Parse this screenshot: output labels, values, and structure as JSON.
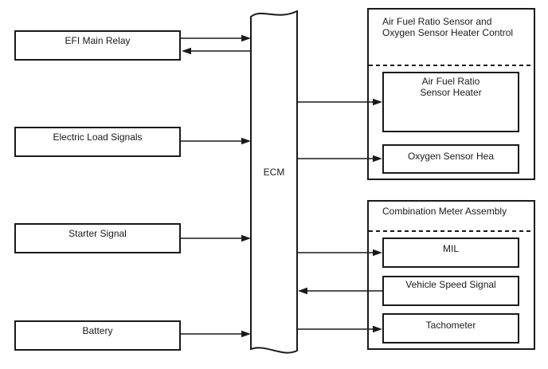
{
  "diagram": {
    "background_color": "#ffffff",
    "line_color": "#1a1a1a",
    "ecm": {
      "label": "ECM"
    },
    "inputs": [
      {
        "label": "EFI Main Relay"
      },
      {
        "label": "Electric Load Signals"
      },
      {
        "label": "Starter Signal"
      },
      {
        "label": "Battery"
      }
    ],
    "groups": [
      {
        "title_lines": [
          "Air Fuel Ratio Sensor and",
          "Oxygen Sensor Heater Control"
        ],
        "items": [
          {
            "label_lines": [
              "Air Fuel Ratio",
              "Sensor Heater"
            ]
          },
          {
            "label": "Oxygen Sensor Hea"
          }
        ]
      },
      {
        "title": "Combination Meter Assembly",
        "items": [
          {
            "label": "MIL"
          },
          {
            "label": "Vehicle Speed Signal"
          },
          {
            "label": "Tachometer"
          }
        ]
      }
    ],
    "connections": [
      {
        "from": "EFI Main Relay",
        "to": "ECM",
        "direction": "right"
      },
      {
        "from": "ECM",
        "to": "EFI Main Relay",
        "direction": "left"
      },
      {
        "from": "Electric Load Signals",
        "to": "ECM",
        "direction": "right"
      },
      {
        "from": "Starter Signal",
        "to": "ECM",
        "direction": "right"
      },
      {
        "from": "Battery",
        "to": "ECM",
        "direction": "right"
      },
      {
        "from": "ECM",
        "to": "Air Fuel Ratio Sensor Heater",
        "direction": "right"
      },
      {
        "from": "ECM",
        "to": "Oxygen Sensor Hea",
        "direction": "right"
      },
      {
        "from": "ECM",
        "to": "MIL",
        "direction": "right"
      },
      {
        "from": "Vehicle Speed Signal",
        "to": "ECM",
        "direction": "left"
      },
      {
        "from": "ECM",
        "to": "Tachometer",
        "direction": "right"
      }
    ]
  }
}
